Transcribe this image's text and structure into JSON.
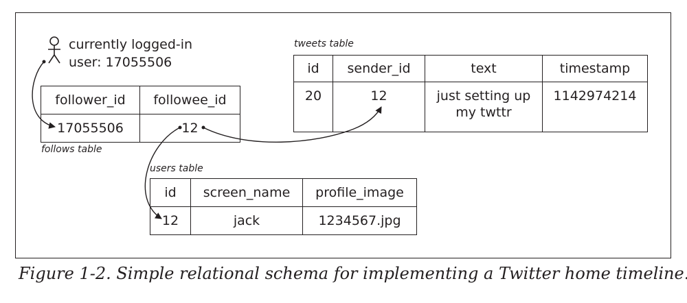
{
  "user": {
    "line1": "currently logged-in",
    "line2": "user: 17055506"
  },
  "tweets": {
    "caption": "tweets table",
    "columns": [
      "id",
      "sender_id",
      "text",
      "timestamp"
    ],
    "rows": [
      {
        "id": "20",
        "sender_id": "12",
        "text_line1": "just setting up",
        "text_line2": "my twttr",
        "timestamp": "1142974214"
      }
    ]
  },
  "follows": {
    "caption": "follows table",
    "columns": [
      "follower_id",
      "followee_id"
    ],
    "rows": [
      {
        "follower_id": "17055506",
        "followee_id": "12"
      }
    ]
  },
  "users": {
    "caption": "users table",
    "columns": [
      "id",
      "screen_name",
      "profile_image"
    ],
    "rows": [
      {
        "id": "12",
        "screen_name": "jack",
        "profile_image": "1234567.jpg"
      }
    ]
  },
  "figure": {
    "caption": "Figure 1-2. Simple relational schema for implementing a Twitter home timeline."
  }
}
